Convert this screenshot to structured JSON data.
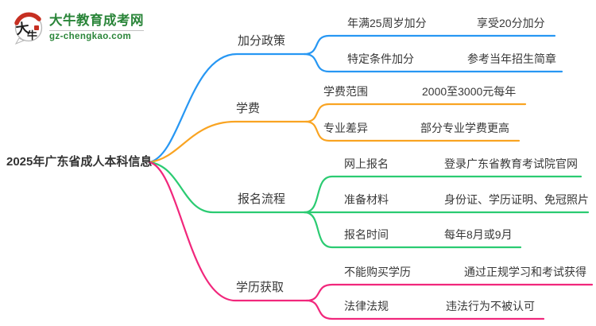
{
  "logo": {
    "icon_char_da": "大",
    "icon_char_niu": "牛",
    "site_name": "大牛教育成考网",
    "site_url": "gz-chengkao.com",
    "brand_green": "#2a8539",
    "seal_red": "#c62f22"
  },
  "root": {
    "label": "2025年广东省成人本科信息"
  },
  "branches": [
    {
      "label": "加分政策",
      "color": "#2797f3",
      "children": [
        {
          "label": "年满25周岁加分",
          "leaf": "享受20分加分"
        },
        {
          "label": "特定条件加分",
          "leaf": "参考当年招生简章"
        }
      ]
    },
    {
      "label": "学费",
      "color": "#f9a422",
      "children": [
        {
          "label": "学费范围",
          "leaf": "2000至3000元每年"
        },
        {
          "label": "专业差异",
          "leaf": "部分专业学费更高"
        }
      ]
    },
    {
      "label": "报名流程",
      "color": "#2bcb72",
      "children": [
        {
          "label": "网上报名",
          "leaf": "登录广东省教育考试院官网"
        },
        {
          "label": "准备材料",
          "leaf": "身份证、学历证明、免冠照片"
        },
        {
          "label": "报名时间",
          "leaf": "每年8月或9月"
        }
      ]
    },
    {
      "label": "学历获取",
      "color": "#f1277c",
      "children": [
        {
          "label": "不能购买学历",
          "leaf": "通过正规学习和考试获得"
        },
        {
          "label": "法律法规",
          "leaf": "违法行为不被认可"
        }
      ]
    }
  ]
}
